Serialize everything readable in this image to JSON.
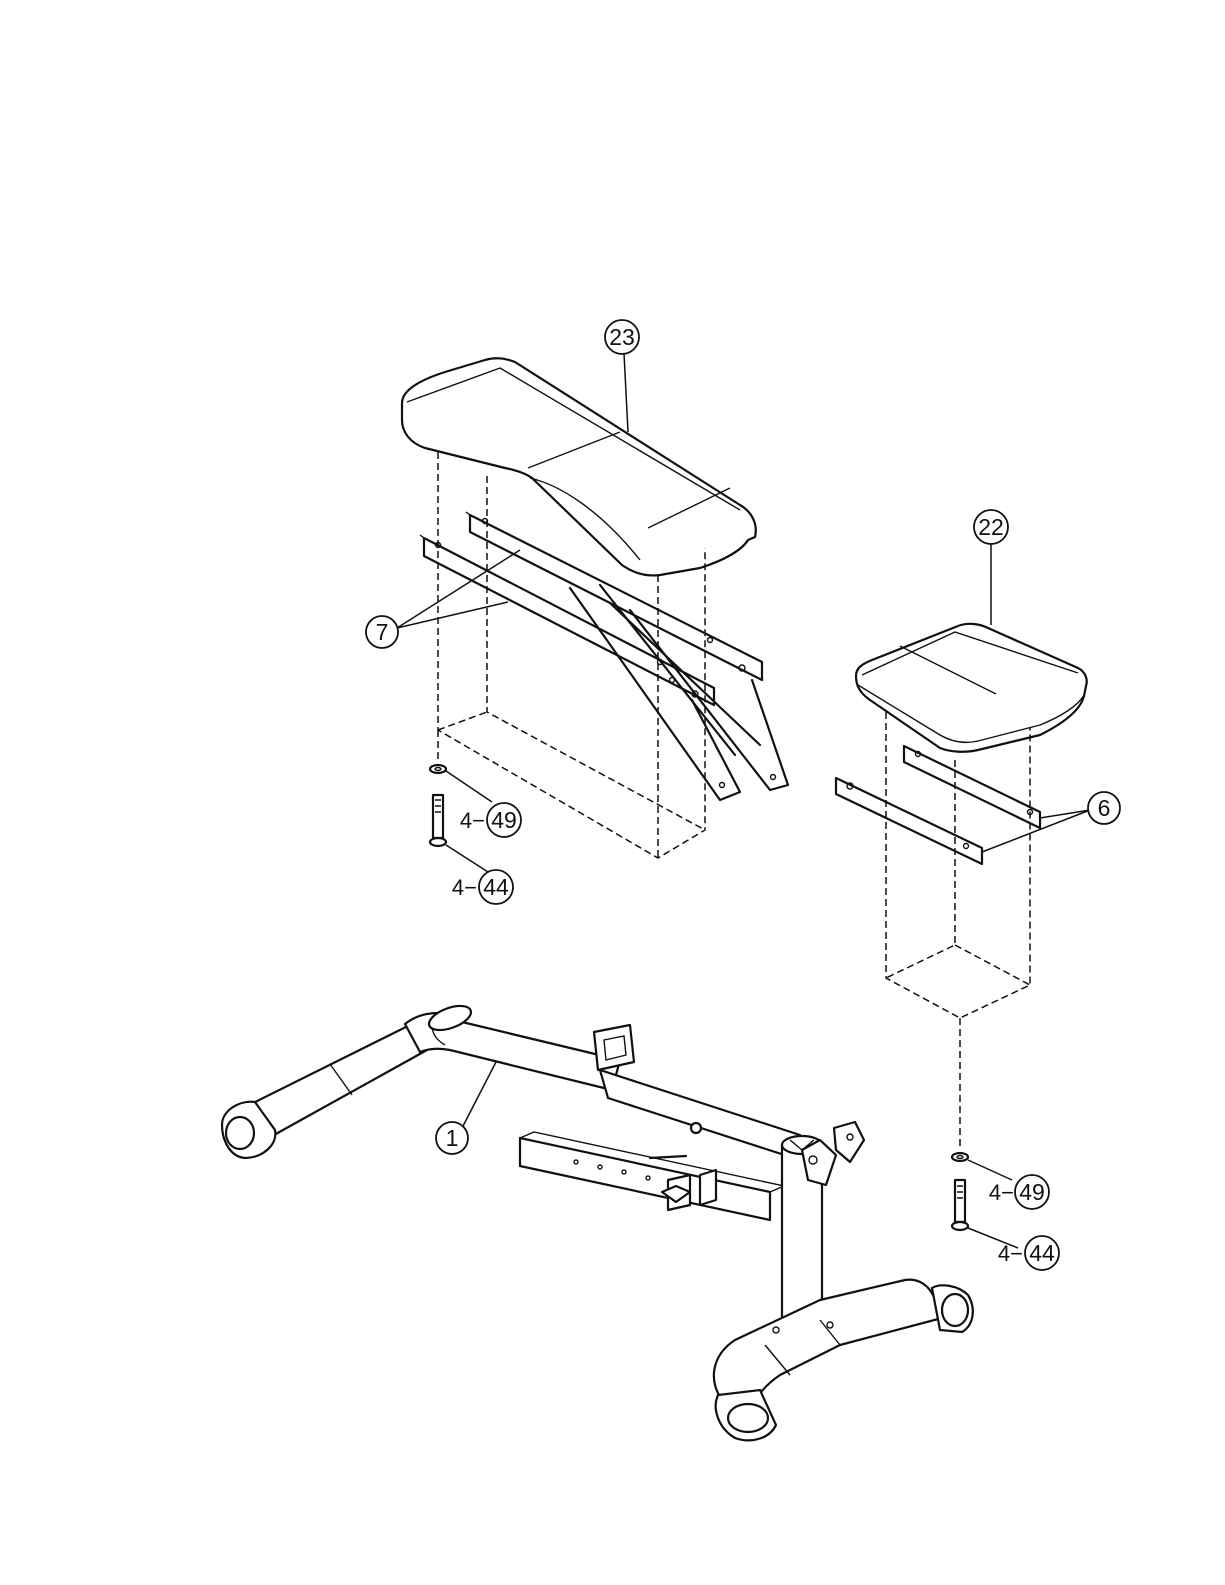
{
  "callouts": {
    "seat_back_pad": {
      "number": "23"
    },
    "seat_front_pad": {
      "number": "22"
    },
    "back_pad_brackets": {
      "number": "7"
    },
    "front_pad_brackets": {
      "number": "6"
    },
    "main_frame": {
      "number": "1"
    },
    "washer_left": {
      "qty": "4",
      "number": "49"
    },
    "bolt_left": {
      "qty": "4",
      "number": "44"
    },
    "washer_right": {
      "qty": "4",
      "number": "49"
    },
    "bolt_right": {
      "qty": "4",
      "number": "44"
    }
  },
  "qty_separator": "−"
}
